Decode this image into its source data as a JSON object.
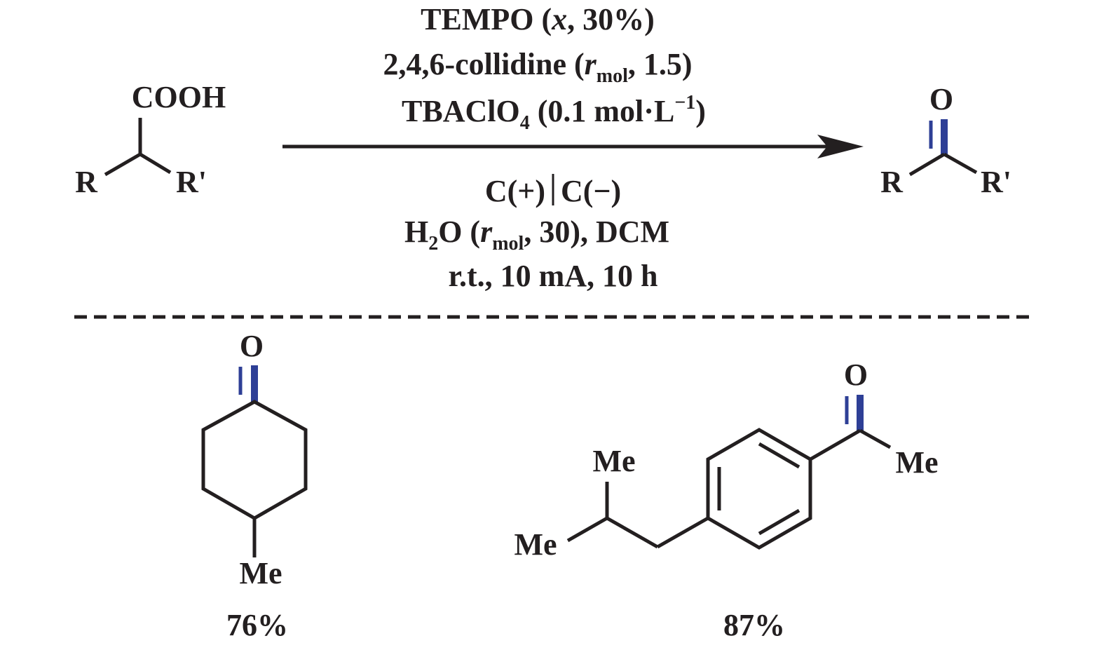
{
  "reaction": {
    "conditions_above": {
      "line1": {
        "reagent": "TEMPO (",
        "italic": "x",
        "rest": ", 30%)"
      },
      "line2": {
        "reagent": "2,4,6-collidine (",
        "italic": "r",
        "sub": "mol",
        "rest": ", 1.5)"
      },
      "line3": {
        "reagent": "TBAClO",
        "sub": "4",
        "mid": " (0.1 mol·L",
        "sup": "−1",
        "rest": ")"
      }
    },
    "conditions_below": {
      "electrodes": {
        "anode": "C(+)",
        "cathode": "C(−)"
      },
      "line5": {
        "a": "H",
        "sub1": "2",
        "b": "O (",
        "italic": "r",
        "sub2": "mol",
        "rest": ", 30), DCM"
      },
      "line6": "r.t., 10 mA, 10 h"
    },
    "reactant": {
      "acid_group": "COOH",
      "r": "R",
      "r_prime": "R'"
    },
    "product": {
      "oxygen": "O",
      "r": "R",
      "r_prime": "R'"
    }
  },
  "examples": [
    {
      "oxygen": "O",
      "substituent": "Me",
      "yield": "76%"
    },
    {
      "oxygen": "O",
      "me_top": "Me",
      "me_left": "Me",
      "me_acetyl": "Me",
      "yield": "87%"
    }
  ],
  "colors": {
    "carbonyl_accent": "#2e3f96",
    "ink": "#231f20"
  }
}
